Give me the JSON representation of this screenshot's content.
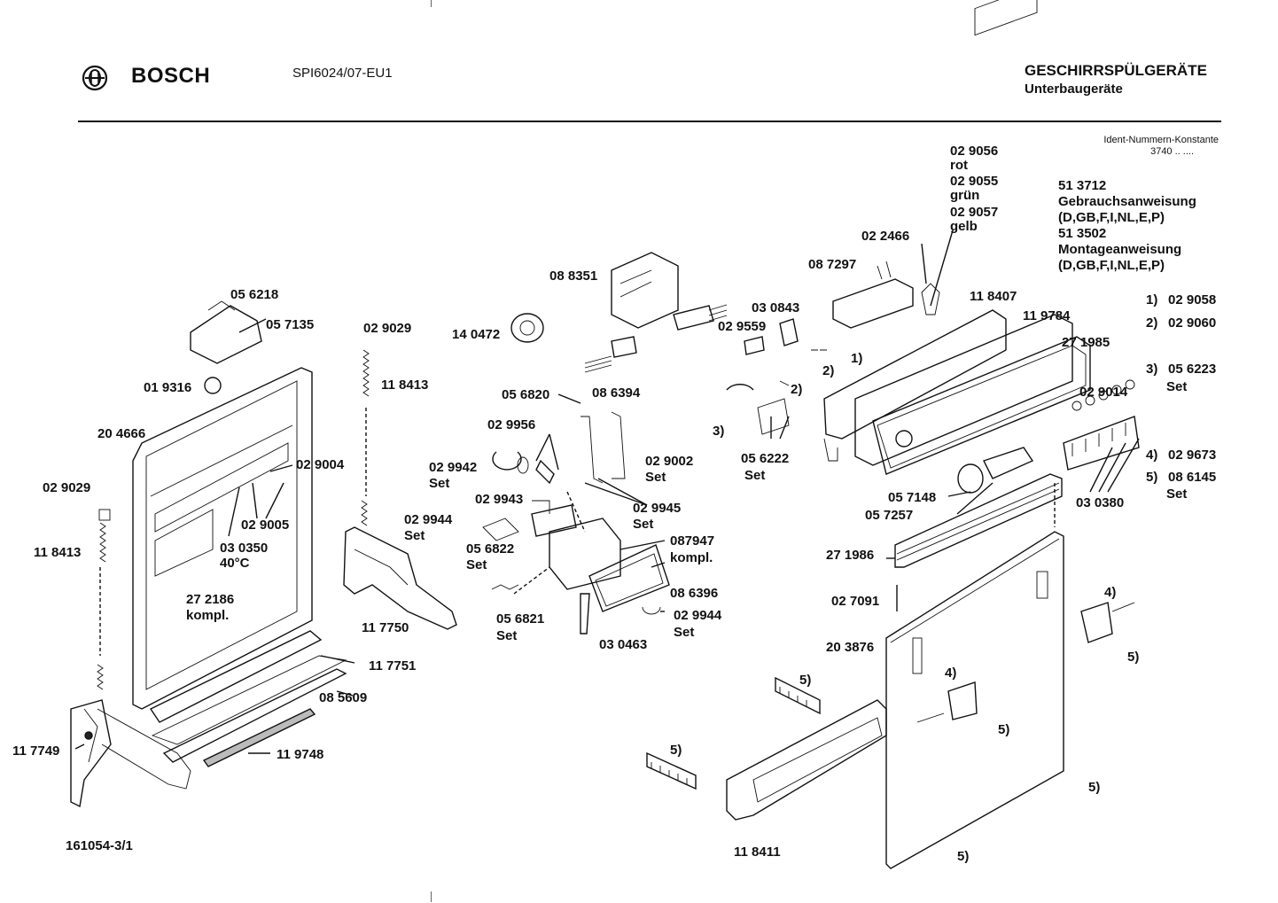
{
  "header": {
    "brand": "BOSCH",
    "model": "SPI6024/07-EU1",
    "category": "GESCHIRRSPÜLGERÄTE",
    "subcategory": "Unterbaugeräte"
  },
  "ident": {
    "title": "Ident-Nummern-Konstante",
    "value": "3740 .. ...."
  },
  "documents": [
    {
      "number": "51 3712",
      "name": "Gebrauchsanweisung",
      "languages": "(D,GB,F,I,NL,E,P)"
    },
    {
      "number": "51 3502",
      "name": "Montageanweisung",
      "languages": "(D,GB,F,I,NL,E,P)"
    }
  ],
  "footnotes": [
    {
      "key": "1)",
      "part": "02 9058",
      "extra": ""
    },
    {
      "key": "2)",
      "part": "02 9060",
      "extra": ""
    },
    {
      "key": "3)",
      "part": "05 6223",
      "extra": "Set"
    },
    {
      "key": "4)",
      "part": "02 9673",
      "extra": ""
    },
    {
      "key": "5)",
      "part": "08 6145",
      "extra": "Set"
    }
  ],
  "sheet_id": "161054-3/1",
  "labels": {
    "l_056218": "05 6218",
    "l_057135": "05 7135",
    "l_019316": "01 9316",
    "l_204666": "20 4666",
    "l_029029a": "02 9029",
    "l_118413a": "11 8413",
    "l_029029b": "02 9029",
    "l_118413b": "11 8413",
    "l_029004": "02 9004",
    "l_029005": "02 9005",
    "l_030350": "03 0350",
    "l_030350t": "40°C",
    "l_272186": "27 2186",
    "l_272186k": "kompl.",
    "l_117750": "11 7750",
    "l_117751": "11 7751",
    "l_085609": "08 5609",
    "l_119748": "11 9748",
    "l_117749": "11 7749",
    "l_088351": "08 8351",
    "l_140472": "14 0472",
    "l_056820": "05 6820",
    "l_086394": "08 6394",
    "l_029956": "02 9956",
    "l_029942": "02 9942",
    "l_029942s": "Set",
    "l_029943": "02 9943",
    "l_029002": "02 9002",
    "l_029002s": "Set",
    "l_029945": "02 9945",
    "l_029945s": "Set",
    "l_029944a": "02 9944",
    "l_029944as": "Set",
    "l_056822": "05 6822",
    "l_056822s": "Set",
    "l_087947": "087947",
    "l_087947k": "kompl.",
    "l_086396": "08 6396",
    "l_029944b": "02 9944",
    "l_029944bs": "Set",
    "l_056821": "05 6821",
    "l_056821s": "Set",
    "l_030463": "03 0463",
    "l_029056": "02 9056",
    "l_rot": "rot",
    "l_029055": "02 9055",
    "l_gruen": "grün",
    "l_029057": "02 9057",
    "l_gelb": "gelb",
    "l_022466": "02 2466",
    "l_087297": "08 7297",
    "l_030843": "03 0843",
    "l_029559": "02 9559",
    "l_118407": "11 8407",
    "l_119784": "11 9784",
    "l_271985": "27 1985",
    "l_029014": "02 9014",
    "l_056222": "05 6222",
    "l_056222s": "Set",
    "l_057148": "05 7148",
    "l_057257": "05 7257",
    "l_030380": "03 0380",
    "l_271986": "27 1986",
    "l_027091": "02 7091",
    "l_203876": "20 3876",
    "l_118411": "11 8411",
    "r1": "1)",
    "r2a": "2)",
    "r2b": "2)",
    "r3": "3)",
    "r4a": "4)",
    "r4b": "4)",
    "r5a": "5)",
    "r5b": "5)",
    "r5c": "5)",
    "r5d": "5)",
    "r5e": "5)",
    "r5f": "5)"
  }
}
